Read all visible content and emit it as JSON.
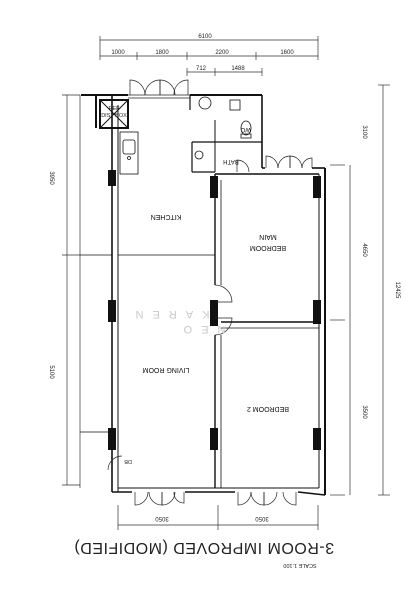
{
  "title": "3-ROOM IMPROVED (MODIFIED)",
  "scale": "SCALE 1:100",
  "watermark": {
    "line1": "KAREN",
    "line2": "NEO"
  },
  "rooms": {
    "kitchen": "KITCHEN",
    "main_bedroom_1": "MAIN",
    "main_bedroom_2": "BEDROOM",
    "living": "LIVING ROOM",
    "bedroom2": "BEDROOM 2",
    "bath": "BATH",
    "wc": "WC",
    "ref": "REF",
    "dist_box": "DIST BOX",
    "db": "DB"
  },
  "dimensions": {
    "top_total": "6100",
    "top_1": "1000",
    "top_2": "1800",
    "top_3": "2200",
    "top_4": "1600",
    "top_5": "1488",
    "top_6": "712",
    "left_1": "3950",
    "left_2": "5100",
    "right_total": "12425",
    "right_1": "3100",
    "right_2": "4650",
    "right_3": "3500",
    "bottom_1": "3050",
    "bottom_2": "3050"
  }
}
